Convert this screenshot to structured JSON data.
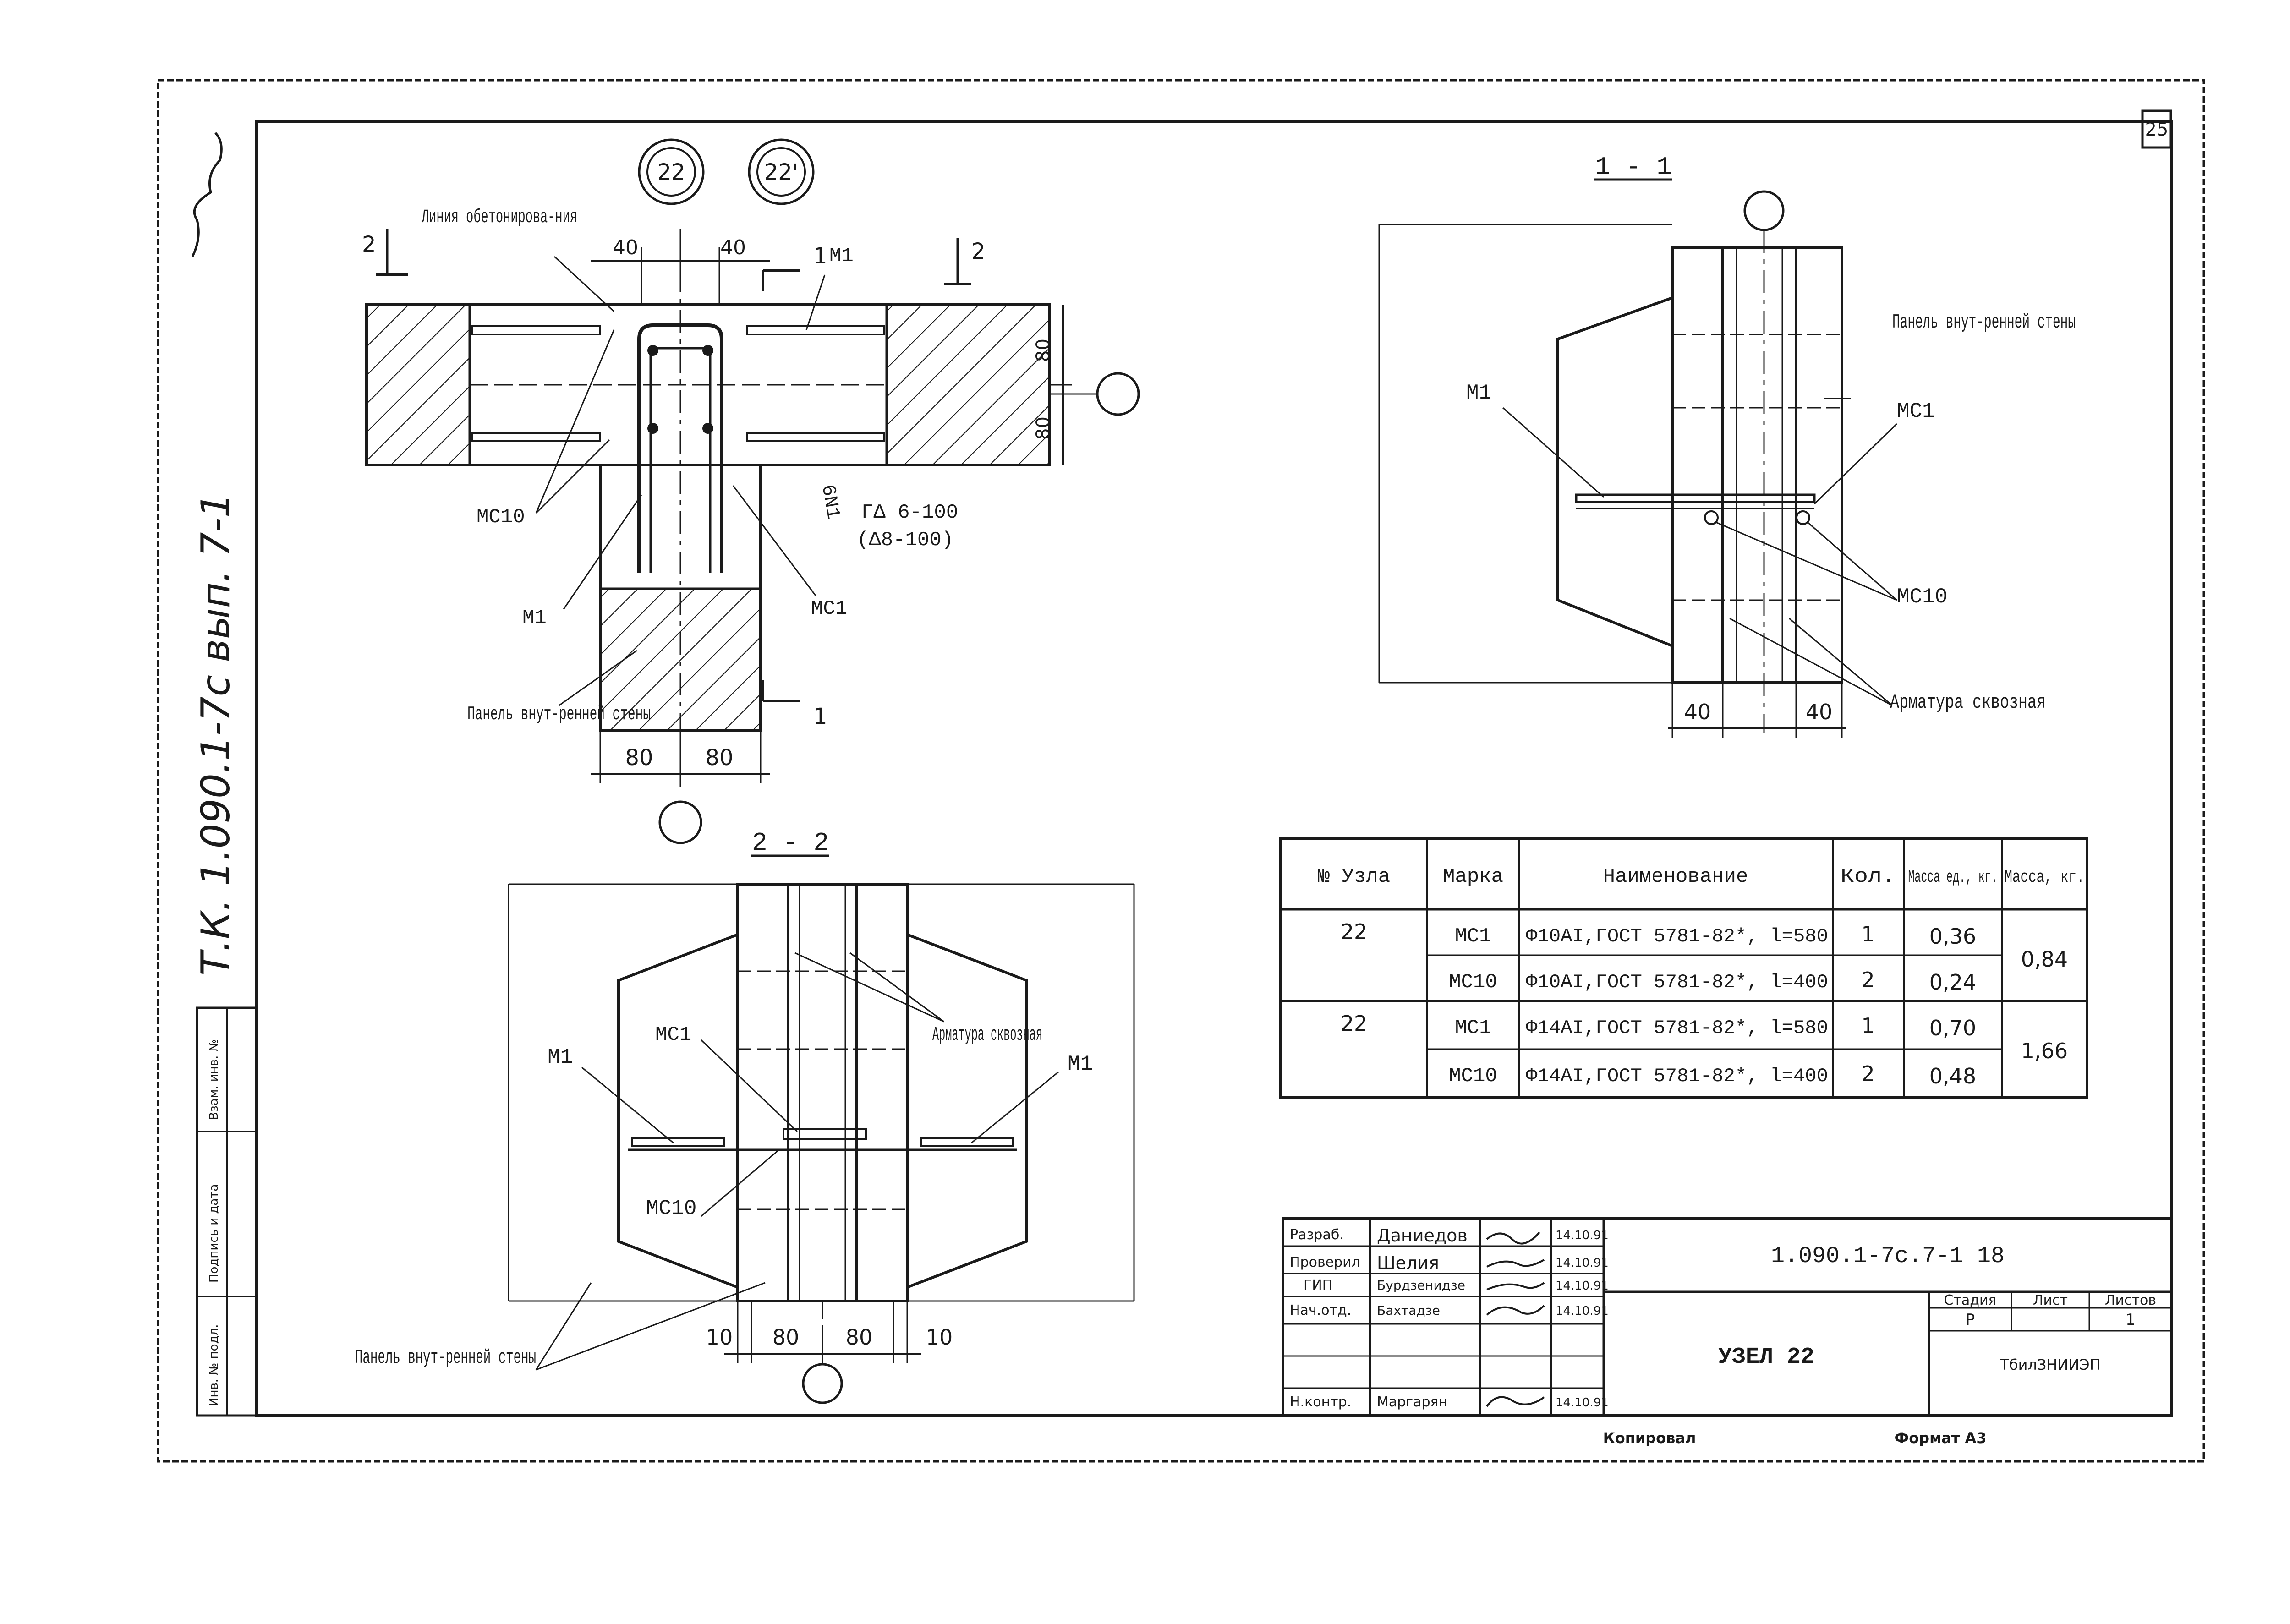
{
  "sheet": {
    "number": "25",
    "side_stamp": "Т.К. 1.090.1-7с вып. 7-1",
    "copied": "Копировал",
    "format": "Формат А3"
  },
  "node_marks": [
    "22",
    "22'"
  ],
  "plan": {
    "label_concreting_line": "Линия обетонирова-ния",
    "dim_40_left": "40",
    "dim_40_right": "40",
    "dim_80_top": "80",
    "dim_80_bottom": "80",
    "dim_80_a": "80",
    "dim_80_b": "80",
    "cut_1": "1",
    "cut_2": "2",
    "mark_m1": "М1",
    "mark_m1_low": "М1",
    "mark_mc10": "МС10",
    "mark_mc1": "МС1",
    "mark_6n1": "6N1",
    "bar_spec_1": "ГΔ 6-100",
    "bar_spec_2": "(Δ8-100)",
    "label_panel": "Панель внут-ренней стены"
  },
  "section_1": {
    "title": "1 - 1",
    "label_panel": "Панель внут-ренней стены",
    "mark_mc1": "МС1",
    "mark_m1": "М1",
    "mark_mc10": "МС10",
    "label_rebar": "Арматура сквозная",
    "dim_40_left": "40",
    "dim_40_right": "40"
  },
  "section_2": {
    "title": "2 - 2",
    "mark_m1_left": "М1",
    "mark_m1_right": "М1",
    "mark_mc1": "МС1",
    "mark_mc10": "МС10",
    "label_rebar": "Арматура сквозная",
    "label_panel": "Панель внут-ренней стены",
    "dim_10_left": "10",
    "dim_80_left": "80",
    "dim_80_right": "80",
    "dim_10_right": "10"
  },
  "spec_table": {
    "headers": [
      "№ Узла",
      "Марка",
      "Наименование",
      "Кол.",
      "Масса ед., кг.",
      "Масса, кг."
    ],
    "groups": [
      {
        "node": "22",
        "total": "0,84",
        "rows": [
          {
            "mark": "МС1",
            "name": "Ф10АI,ГОСТ 5781-82*, l=580",
            "qty": "1",
            "unit_mass": "0,36"
          },
          {
            "mark": "МС10",
            "name": "Ф10АI,ГОСТ 5781-82*, l=400",
            "qty": "2",
            "unit_mass": "0,24"
          }
        ]
      },
      {
        "node": "22",
        "total": "1,66",
        "rows": [
          {
            "mark": "МС1",
            "name": "Ф14АI,ГОСТ 5781-82*, l=580",
            "qty": "1",
            "unit_mass": "0,70"
          },
          {
            "mark": "МС10",
            "name": "Ф14АI,ГОСТ 5781-82*, l=400",
            "qty": "2",
            "unit_mass": "0,48"
          }
        ]
      }
    ]
  },
  "title_block": {
    "roles": [
      "Разраб.",
      "Проверил",
      "ГИП",
      "Нач.отд.",
      "",
      "",
      "Н.контр."
    ],
    "names": [
      "Даниедов",
      "Шелия",
      "Бурдзенидзе",
      "Бахтадзе",
      "",
      "",
      "Маргарян"
    ],
    "dates": [
      "14.10.91",
      "14.10.91",
      "14.10.91",
      "14.10.91",
      "",
      "",
      "14.10.91"
    ],
    "code": "1.090.1-7с.7-1 18",
    "drawing_title": "УЗЕЛ 22",
    "stage_header": "Стадия",
    "sheet_header": "Лист",
    "sheets_header": "Листов",
    "stage": "Р",
    "sheets": "1",
    "org": "ТбилЗНИИЭП"
  },
  "left_strip": {
    "labels": [
      "Взам. инв. №",
      "Подпись и дата",
      "Инв. № подл."
    ]
  }
}
